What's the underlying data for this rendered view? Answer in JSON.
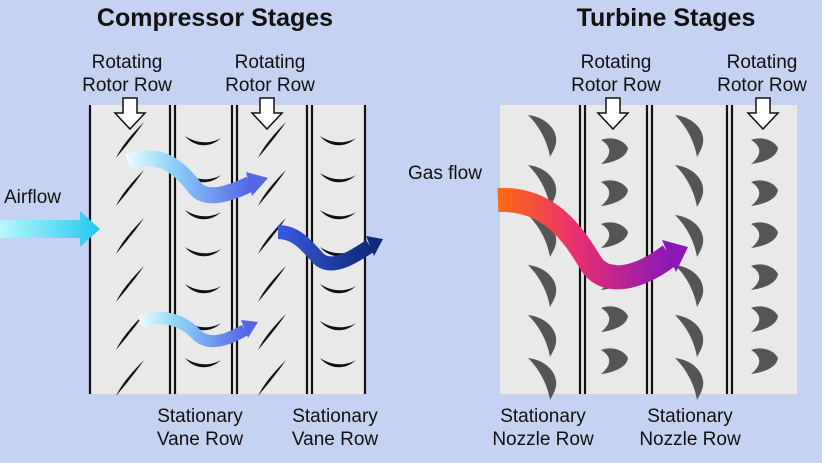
{
  "compressor": {
    "title": "Compressor Stages",
    "rotor_label_1": "Rotating\nRotor Row",
    "rotor_label_2": "Rotating\nRotor Row",
    "vane_label_1": "Stationary\nVane Row",
    "vane_label_2": "Stationary\nVane Row",
    "airflow_label": "Airflow"
  },
  "turbine": {
    "title": "Turbine Stages",
    "rotor_label_1": "Rotating\nRotor Row",
    "rotor_label_2": "Rotating\nRotor Row",
    "nozzle_label_1": "Stationary\nNozzle Row",
    "nozzle_label_2": "Stationary\nNozzle Row",
    "gasflow_label": "Gas flow"
  },
  "colors": {
    "background": "#c5d2f2",
    "panel": "#e9e9e9",
    "blade": "#111111",
    "turbine_blade": "#555555",
    "compressor_arrow": "#5aa8f5",
    "turbine_arrow": "#d02890"
  }
}
